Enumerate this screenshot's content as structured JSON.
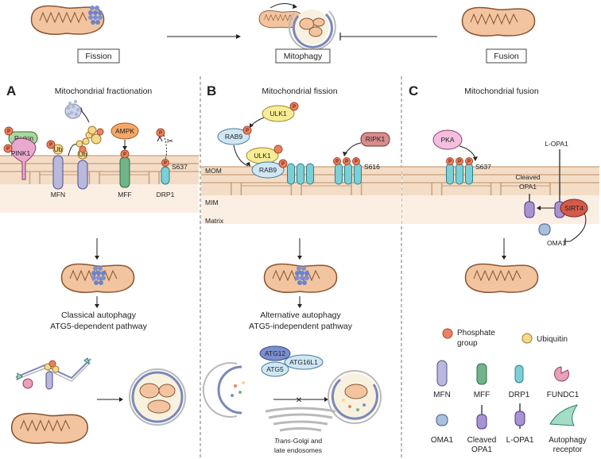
{
  "top": {
    "fission": "Fission",
    "mitophagy": "Mitophagy",
    "fusion": "Fusion"
  },
  "panel_a": {
    "letter": "A",
    "title": "Mitochondrial fractionation",
    "parkin": "Parkin",
    "pink1": "PINK1",
    "ub1": "Ub",
    "ub2": "Ub",
    "ampk": "AMPK",
    "mfn": "MFN",
    "mff": "MFF",
    "drp1": "DRP1",
    "s637": "S637",
    "pathway_line1": "Classical autophagy",
    "pathway_line2": "ATG5-dependent pathway"
  },
  "panel_b": {
    "letter": "B",
    "title": "Mitochondrial fission",
    "ulk1_top": "ULK1",
    "rab9_top": "RAB9",
    "ulk1_mid": "ULK1",
    "rab9_mid": "RAB9",
    "ripk1": "RIPK1",
    "s616": "S616",
    "mom": "MOM",
    "mim": "MIM",
    "matrix": "Matrix",
    "pathway_line1": "Alternative autophagy",
    "pathway_line2": "ATG5-independent pathway",
    "atg12": "ATG12",
    "atg16l1": "ATG16L1",
    "atg5": "ATG5",
    "golgi_italic": "Trans",
    "golgi_rest": "-Golgi and",
    "golgi_line2": "late endosomes"
  },
  "panel_c": {
    "letter": "C",
    "title": "Mitochondrial fusion",
    "pka": "PKA",
    "s637": "S637",
    "lopa1": "L-OPA1",
    "cleaved_l1": "Cleaved",
    "cleaved_l2": "OPA1",
    "sirt4": "SIRT4",
    "oma1": "OMA1"
  },
  "legend": {
    "phosphate_l1": "Phosphate",
    "phosphate_l2": "group",
    "ubiquitin": "Ubiquitin",
    "mfn": "MFN",
    "mff": "MFF",
    "drp1": "DRP1",
    "fundc1": "FUNDC1",
    "oma1": "OMA1",
    "cleaved_l1": "Cleaved",
    "cleaved_l2": "OPA1",
    "lopa1": "L-OPA1",
    "receptor_l1": "Autophagy",
    "receptor_l2": "receptor"
  },
  "phospho_label": "P",
  "colors": {
    "membrane": "#f3ddc6",
    "membrane_line": "#c9a07a",
    "mito": "#f2c49f",
    "mito_edge": "#8a5530",
    "drp1": "#7ccfd6",
    "mfn": "#b9b9dd",
    "mff": "#72b48a",
    "parkin": "#a9d7a0",
    "pink1": "#e9a9cf",
    "ampk": "#f5a868",
    "ulk1": "#f8ec96",
    "rab9": "#cfe7f5",
    "ripk1": "#d88c8c",
    "pka": "#f4bfde",
    "sirt4": "#d45b4b",
    "oma1": "#a9bfdc",
    "opa1": "#a894d0",
    "phosphate": "#ec8160",
    "ubiquitin": "#f7d88a",
    "receptor": "#a4dcc4",
    "fundc1": "#e7a1bb"
  }
}
